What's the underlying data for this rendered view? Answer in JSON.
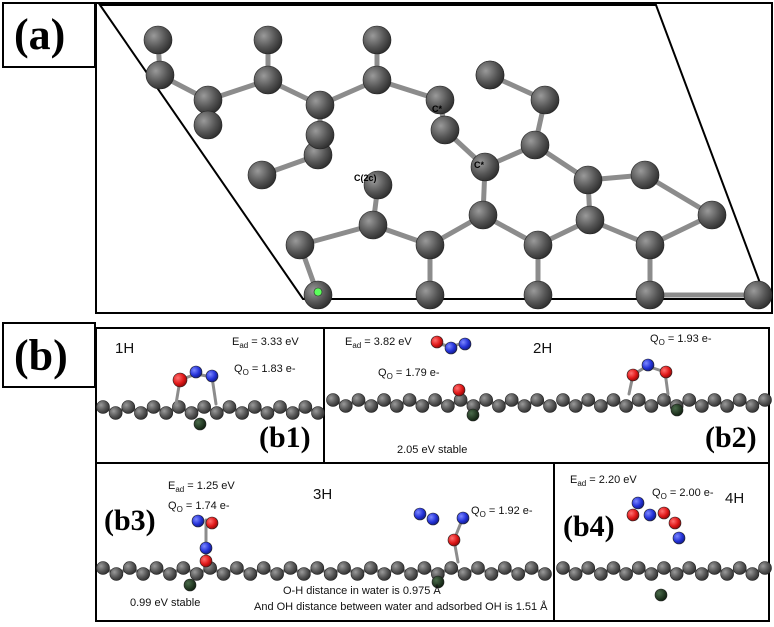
{
  "panel_a": {
    "label": "(a)",
    "atom_tags": [
      "C*",
      "C*",
      "C(2c)"
    ]
  },
  "panel_b": {
    "label": "(b)",
    "b1": {
      "tag": "(b1)",
      "title": "1H",
      "ead": "E",
      "ead_sub": "ad",
      "ead_val": " = 3.33 eV",
      "q": "Q",
      "q_sub": "O",
      "q_val": " = 1.83 e-"
    },
    "b2": {
      "tag": "(b2)",
      "title": "2H",
      "ead": "E",
      "ead_sub": "ad",
      "ead_val": " = 3.82 eV",
      "q1": "Q",
      "q1_sub": "O",
      "q1_val": " = 1.79 e-",
      "q2": "Q",
      "q2_sub": "O",
      "q2_val": " = 1.93 e-",
      "stable": "2.05 eV stable"
    },
    "b3": {
      "tag": "(b3)",
      "title": "3H",
      "ead": "E",
      "ead_sub": "ad",
      "ead_val": " = 1.25 eV",
      "q1": "Q",
      "q1_sub": "O",
      "q1_val": " = 1.74 e-",
      "q2": "Q",
      "q2_sub": "O",
      "q2_val": " = 1.92 e-",
      "stable": "0.99 eV stable",
      "note1": "O-H distance in water is 0.975 Å",
      "note2": "And OH distance between water and adsorbed OH is 1.51 Å"
    },
    "b4": {
      "tag": "(b4)",
      "title": "4H",
      "ead": "E",
      "ead_sub": "ad",
      "ead_val": " = 2.20 eV",
      "q": "Q",
      "q_sub": "O",
      "q_val": " = 2.00 e-"
    }
  },
  "colors": {
    "carbon": "#5a5a5a",
    "oxygen": "#e01818",
    "hydrogen": "#2432d8",
    "dopant": "#1f3a1f"
  }
}
